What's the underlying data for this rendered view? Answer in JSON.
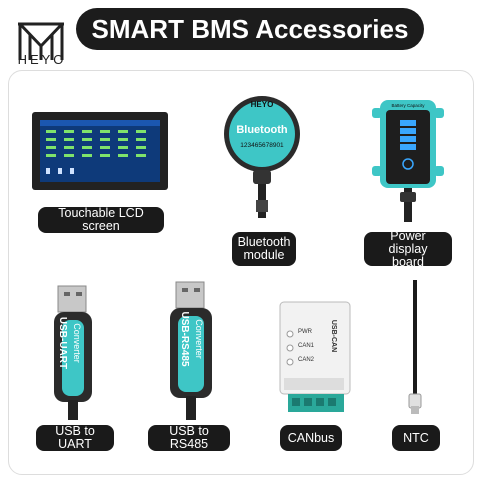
{
  "brand": {
    "logo_text": "HEYO"
  },
  "title": "SMART BMS Accessories",
  "items": [
    {
      "label": "Touchable LCD screen"
    },
    {
      "label_line1": "Bluetooth",
      "label_line2": "module"
    },
    {
      "label_line1": "Power display",
      "label_line2": "board"
    },
    {
      "label": "USB to UART"
    },
    {
      "label": "USB to RS485"
    },
    {
      "label": "CANbus"
    },
    {
      "label": "NTC"
    }
  ],
  "bluetooth_device": {
    "brand": "HEYO",
    "name": "Bluetooth",
    "serial": "123465678901"
  },
  "power_board": {
    "caption": "Battery Capacity"
  },
  "converters": {
    "uart_text1": "USB-UART",
    "uart_text2": "Converter",
    "rs485_text1": "USB-RS485",
    "rs485_text2": "Converter"
  },
  "canbus_device": {
    "ports": [
      "PWR",
      "CAN1",
      "CAN2"
    ],
    "side_text": "USB-CAN"
  },
  "colors": {
    "accent": "#3ec6c6",
    "dark": "#1a1a1a"
  }
}
